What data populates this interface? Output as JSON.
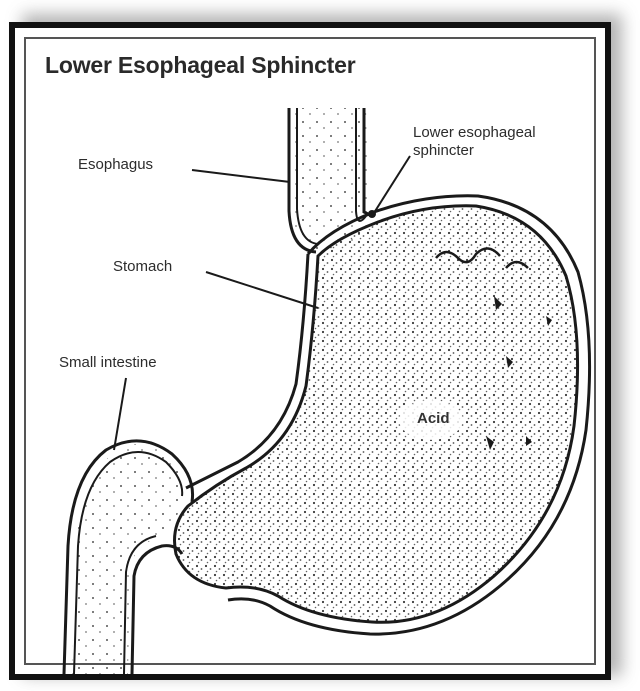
{
  "diagram": {
    "title": "Lower Esophageal Sphincter",
    "labels": {
      "esophagus": "Esophagus",
      "les_line1": "Lower esophageal",
      "les_line2": "sphincter",
      "stomach": "Stomach",
      "small_intestine": "Small intestine",
      "acid": "Acid"
    },
    "colors": {
      "outline": "#1a1a1a",
      "frame": "#111111",
      "stipple": "#3a3a3a",
      "background": "#ffffff"
    }
  }
}
